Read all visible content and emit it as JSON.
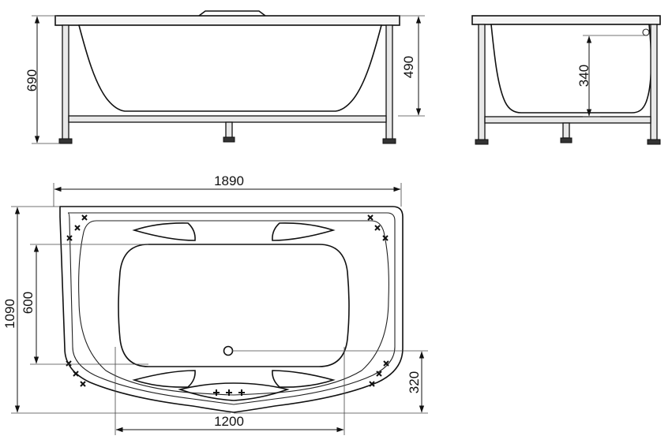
{
  "dimensions": {
    "overall_height": "690",
    "tub_height": "490",
    "inner_depth": "340",
    "length": "1890",
    "width": "1090",
    "inner_width": "600",
    "drain_offset": "320",
    "inner_length": "1200"
  },
  "colors": {
    "line": "#111111",
    "background": "#ffffff"
  }
}
